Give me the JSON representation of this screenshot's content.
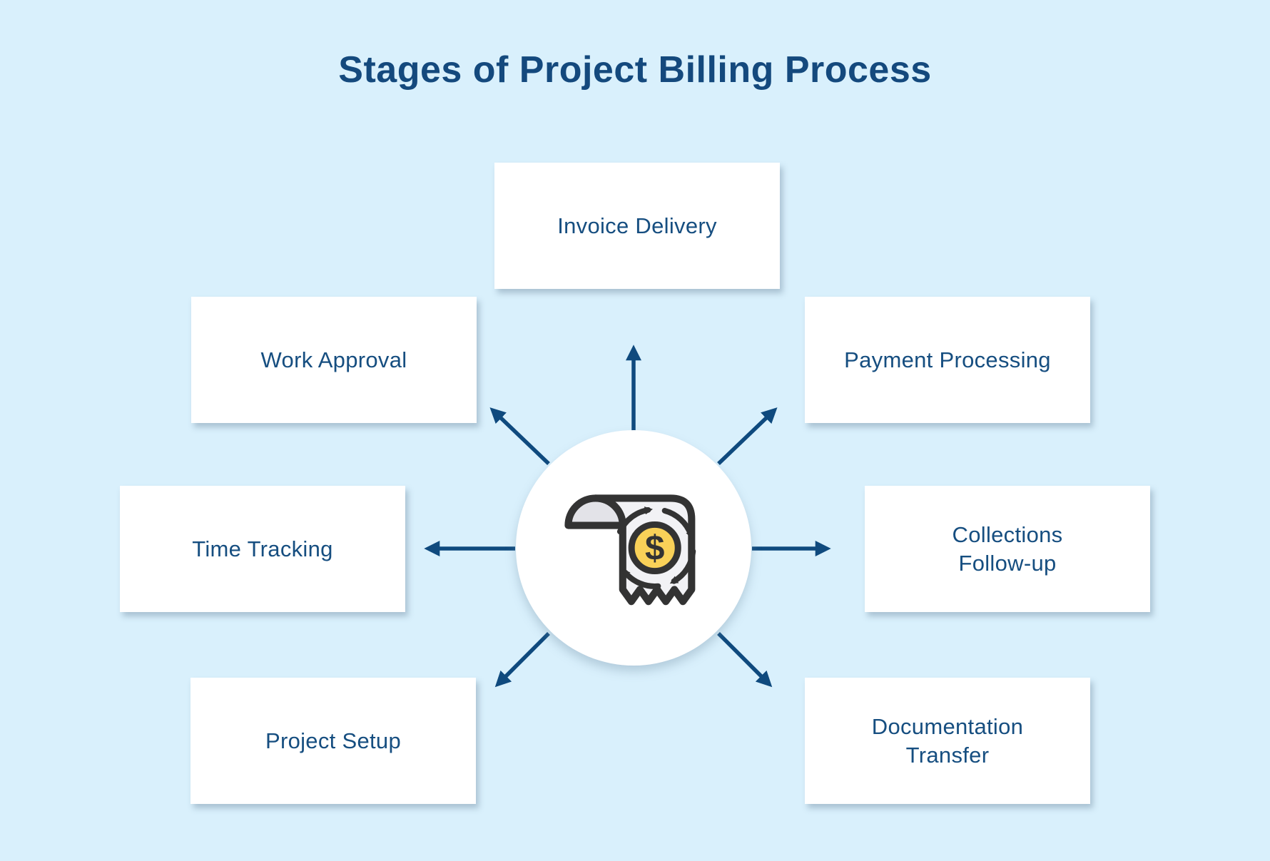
{
  "title": "Stages of Project Billing Process",
  "stages": [
    {
      "id": "invoice-delivery",
      "label": "Invoice Delivery",
      "position": "top"
    },
    {
      "id": "work-approval",
      "label": "Work Approval",
      "position": "upper-left"
    },
    {
      "id": "payment-processing",
      "label": "Payment Processing",
      "position": "upper-right"
    },
    {
      "id": "time-tracking",
      "label": "Time Tracking",
      "position": "left"
    },
    {
      "id": "collections-follow-up",
      "label": "Collections\nFollow-up",
      "position": "right"
    },
    {
      "id": "project-setup",
      "label": "Project Setup",
      "position": "lower-left"
    },
    {
      "id": "documentation-transfer",
      "label": "Documentation\nTransfer",
      "position": "lower-right"
    }
  ],
  "center_icon": "invoice-dollar-cycle-icon",
  "colors": {
    "background": "#D9F0FC",
    "box_background": "#FFFFFF",
    "text_navy": "#164E80",
    "title_navy": "#14497D",
    "arrow_navy": "#0F4A7E",
    "icon_outline": "#333333",
    "coin_yellow": "#F9D158",
    "receipt_body": "#F2F2F5",
    "receipt_curl": "#E3E3E8"
  }
}
